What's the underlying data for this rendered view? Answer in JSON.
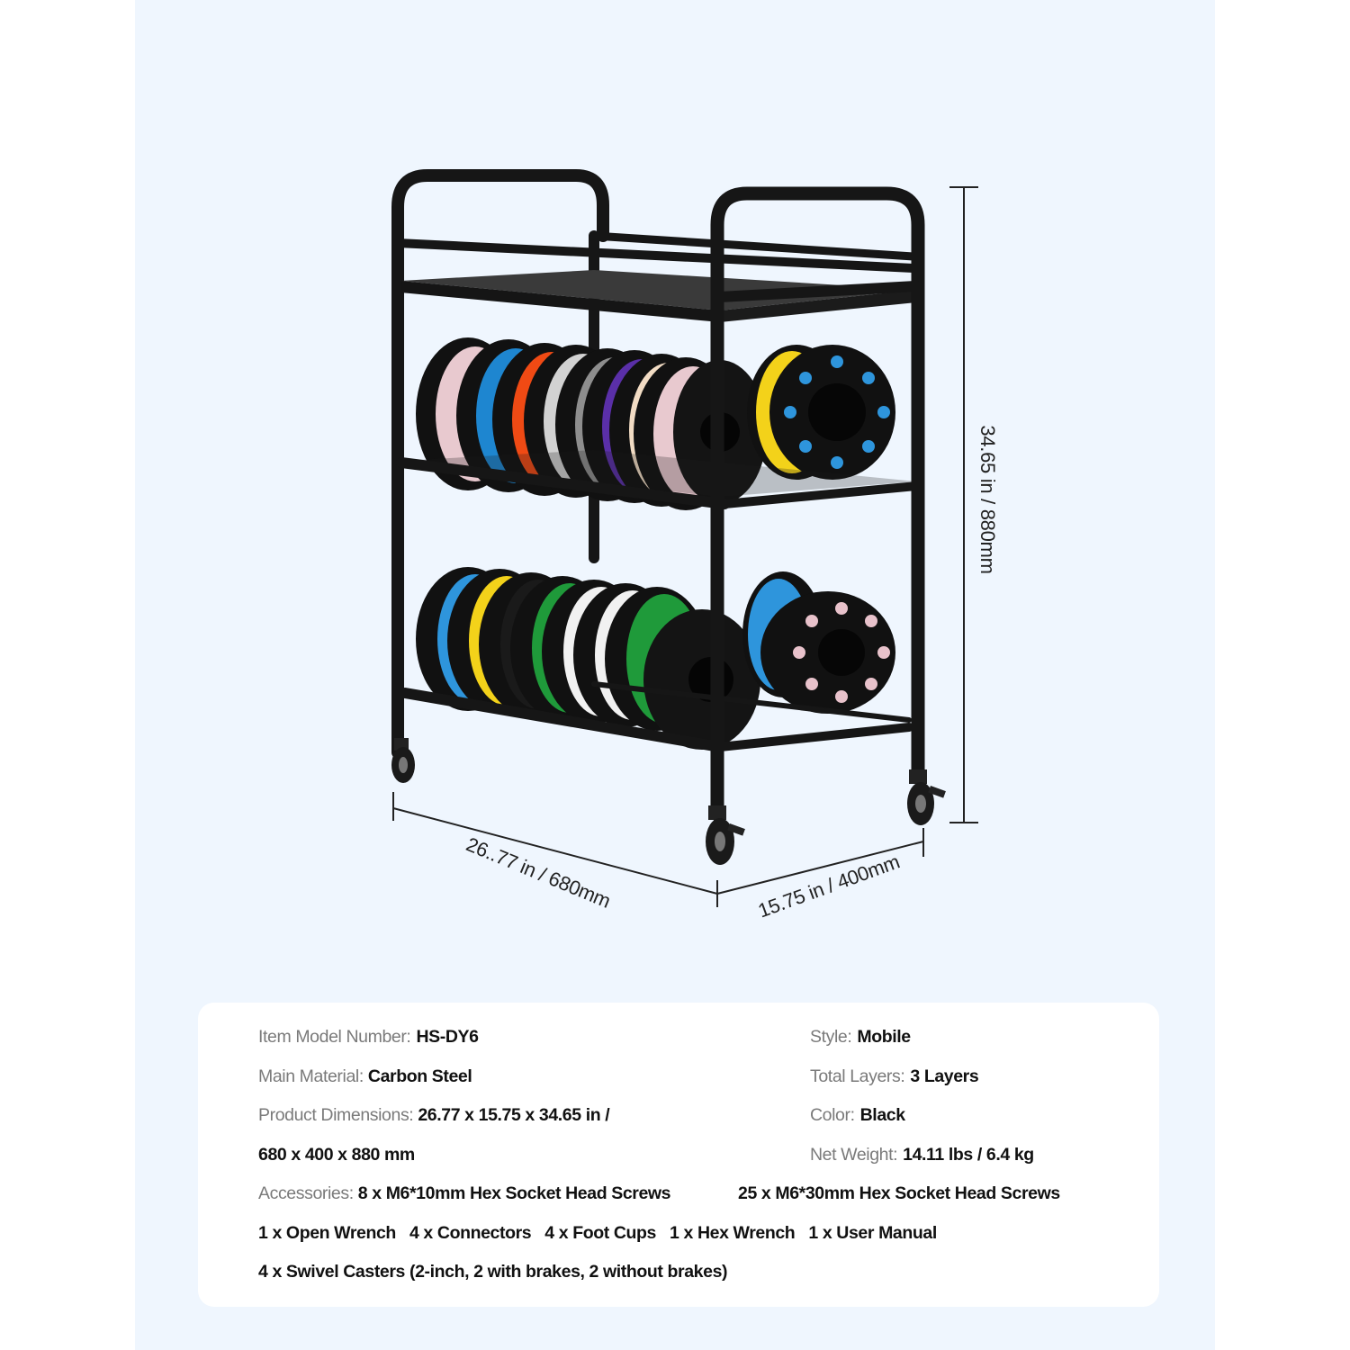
{
  "figure": {
    "product": "3-tier mobile filament spool storage cart",
    "frame_color": "#111111",
    "dimensions": {
      "height_label": "34.65 in / 880mm",
      "width_label": "26..77 in / 680mm",
      "depth_label": "15.75 in / 400mm"
    },
    "top_shelf_spools": [
      "#e8c9cf",
      "#1e86d0",
      "#f04a14",
      "#c9c9c9",
      "#8a8a8a",
      "#5a2fa8",
      "#f2dcc4",
      "#e8c9cf",
      "#f3d21a",
      "#2e95dc"
    ],
    "bottom_shelf_spools": [
      "#2e95dc",
      "#f3d21a",
      "#1a1a1a",
      "#1f9a3a",
      "#f1f1f1",
      "#f1f1f1",
      "#1f9a3a",
      "#9a9a9a",
      "#f04a14",
      "#2e95dc",
      "#e8c2cb"
    ]
  },
  "specs": {
    "model": {
      "label": "Item Model Number:",
      "value": "HS-DY6"
    },
    "material": {
      "label": "Main Material:",
      "value": "Carbon Steel"
    },
    "dimensions": {
      "label": "Product Dimensions:",
      "value_line1": "26.77 x 15.75 x 34.65 in /",
      "value_line2": "680 x 400 x 880 mm"
    },
    "style": {
      "label": "Style:",
      "value": "Mobile"
    },
    "layers": {
      "label": "Total Layers:",
      "value": "3 Layers"
    },
    "color": {
      "label": "Color:",
      "value": "Black"
    },
    "weight": {
      "label": "Net Weight:",
      "value": "14.11 lbs / 6.4 kg"
    },
    "accessories": {
      "label": "Accessories:",
      "items": [
        "8 x M6*10mm Hex Socket Head Screws",
        "25 x M6*30mm Hex Socket Head Screws",
        "1 x Open Wrench",
        "4 x Connectors",
        "4 x Foot Cups",
        "1 x Hex Wrench",
        "1 x User Manual",
        "4 x Swivel Casters (2-inch, 2 with brakes, 2 without brakes)"
      ]
    }
  }
}
